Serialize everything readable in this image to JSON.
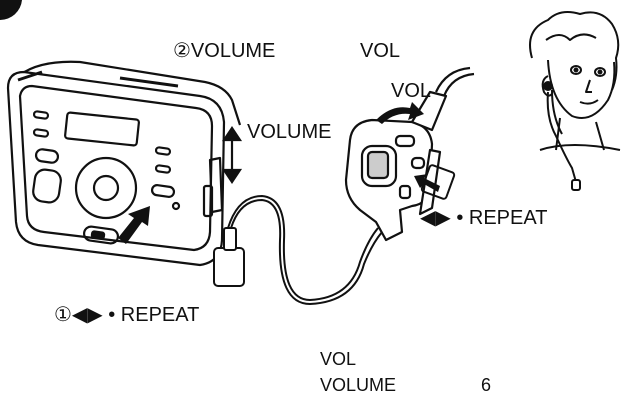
{
  "labels": {
    "step2_volume": "②VOLUME",
    "vol_top": "VOL",
    "vol_remote": "VOL",
    "volume_side": "VOLUME",
    "repeat_remote": "◀▶ • REPEAT",
    "step1_repeat": "①◀▶ • REPEAT",
    "footer_vol": "VOL",
    "footer_volume": "VOLUME",
    "footer_page": "6"
  },
  "colors": {
    "ink": "#111111",
    "paper": "#ffffff",
    "screen": "#e6e6e6"
  },
  "icons": [
    "player-icon",
    "remote-control-icon",
    "earphone-user-icon",
    "arrow-icon"
  ]
}
